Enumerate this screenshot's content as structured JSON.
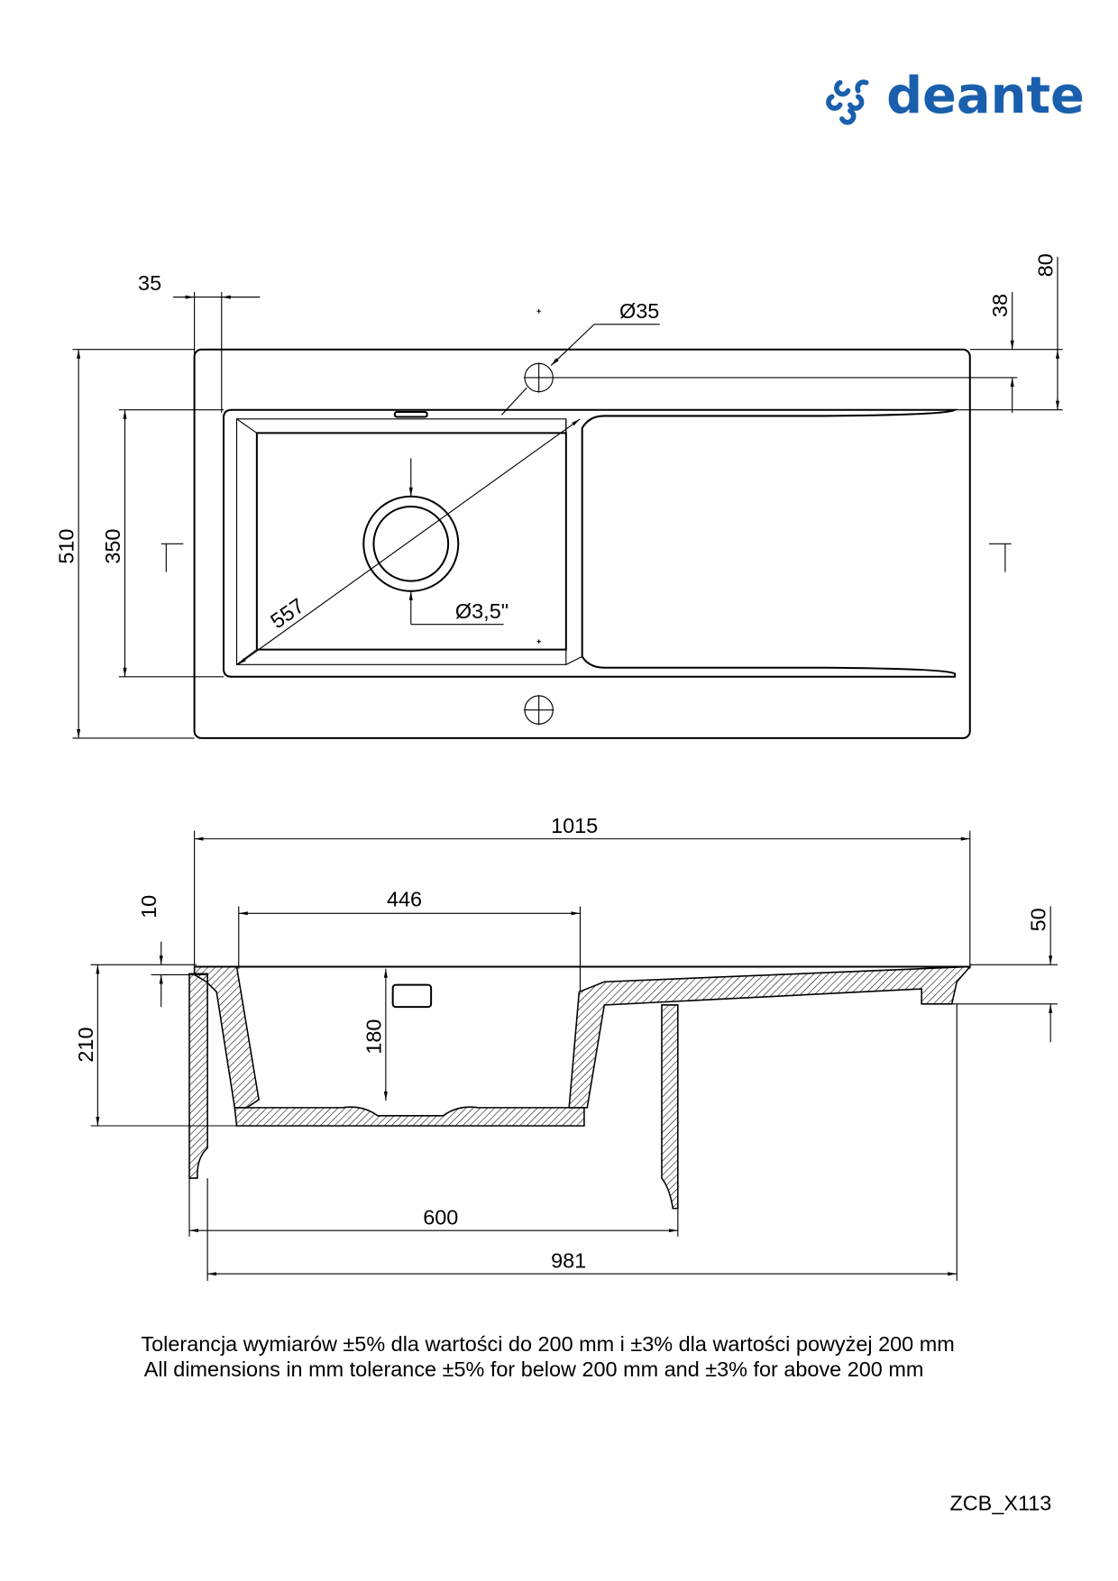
{
  "brand": {
    "name": "deante",
    "color": "#1a5fad"
  },
  "top_view": {
    "dims": {
      "rim_offset": "35",
      "width": "510",
      "bowl_width": "350",
      "tap_hole_diameter": "Ø35",
      "tap_hole_offset": "38",
      "bowl_offset": "80",
      "bowl_diagonal": "557",
      "drain_diameter": "Ø3,5\""
    }
  },
  "section_view": {
    "dims": {
      "total_length": "1015",
      "bowl_length": "446",
      "rim_thickness": "10",
      "total_depth": "210",
      "bowl_depth": "180",
      "drainer_depth": "50",
      "min_cabinet": "600",
      "cutout": "981"
    }
  },
  "notes": {
    "tolerance_pl": "Tolerancja wymiarów ±5% dla wartości do 200 mm i ±3% dla wartości powyżej 200 mm",
    "tolerance_en": "All dimensions in mm tolerance ±5% for below 200 mm and ±3% for above 200 mm"
  },
  "product_code": "ZCB_X113"
}
